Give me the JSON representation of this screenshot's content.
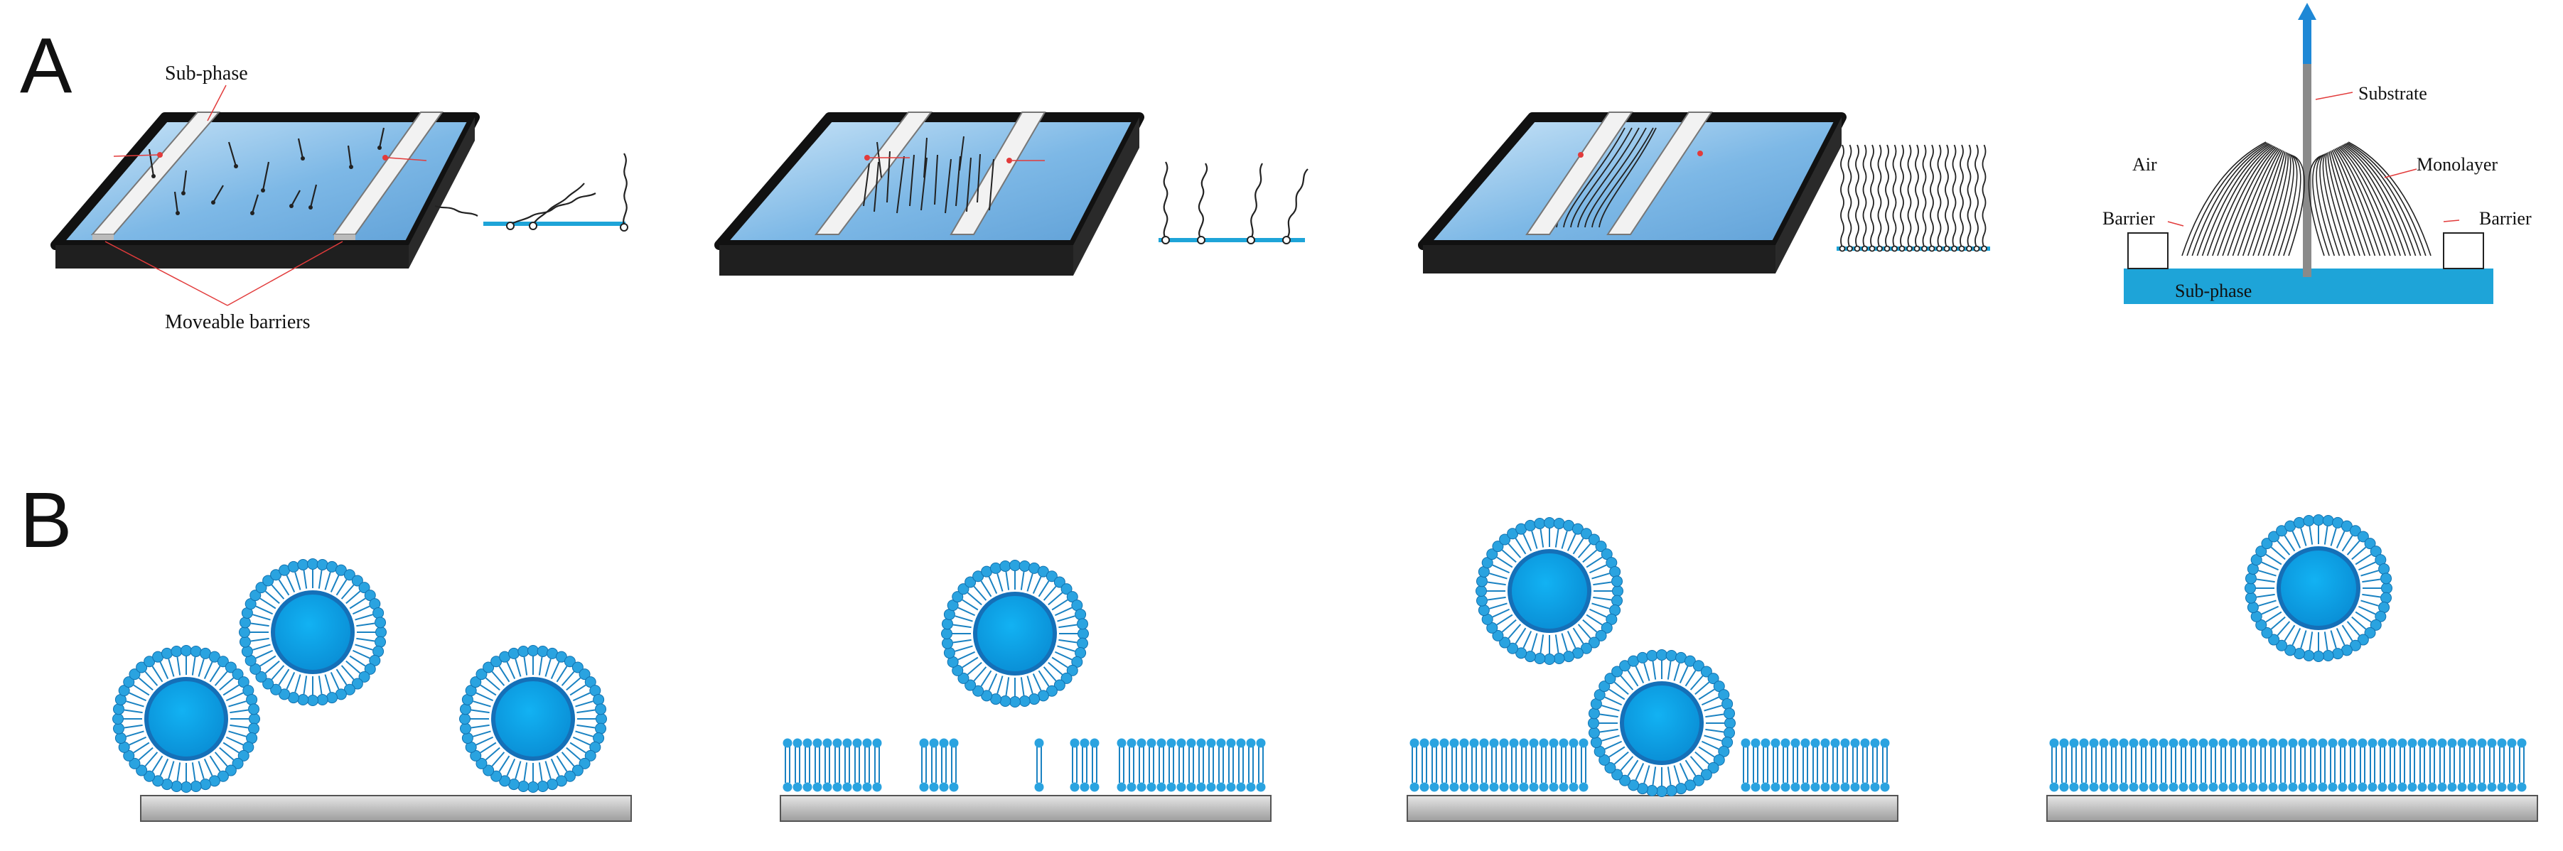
{
  "panels": {
    "a": {
      "letter": "A"
    },
    "b": {
      "letter": "B"
    }
  },
  "labels": {
    "sub_phase_top": "Sub-phase",
    "moveable_barriers": "Moveable barriers",
    "substrate": "Substrate",
    "air": "Air",
    "monolayer": "Monolayer",
    "barrier_left": "Barrier",
    "barrier_right": "Barrier",
    "sub_phase_bottom": "Sub-phase"
  },
  "colors": {
    "water": "#8fc5ec",
    "water_light": "#cfe7f8",
    "trough": "#1f1f1f",
    "barrier": "#f2f2f2",
    "lipid_head": "#2aa3e0",
    "lipid_tail": "#1a82c2",
    "core": "#0aa0e6",
    "core_ring": "#1570b8",
    "substrate_bar": "#bdbdbd",
    "subphase_bar": "#1ea4d8",
    "pointer": "#e23b3b",
    "arrow": "#1e88d6"
  }
}
